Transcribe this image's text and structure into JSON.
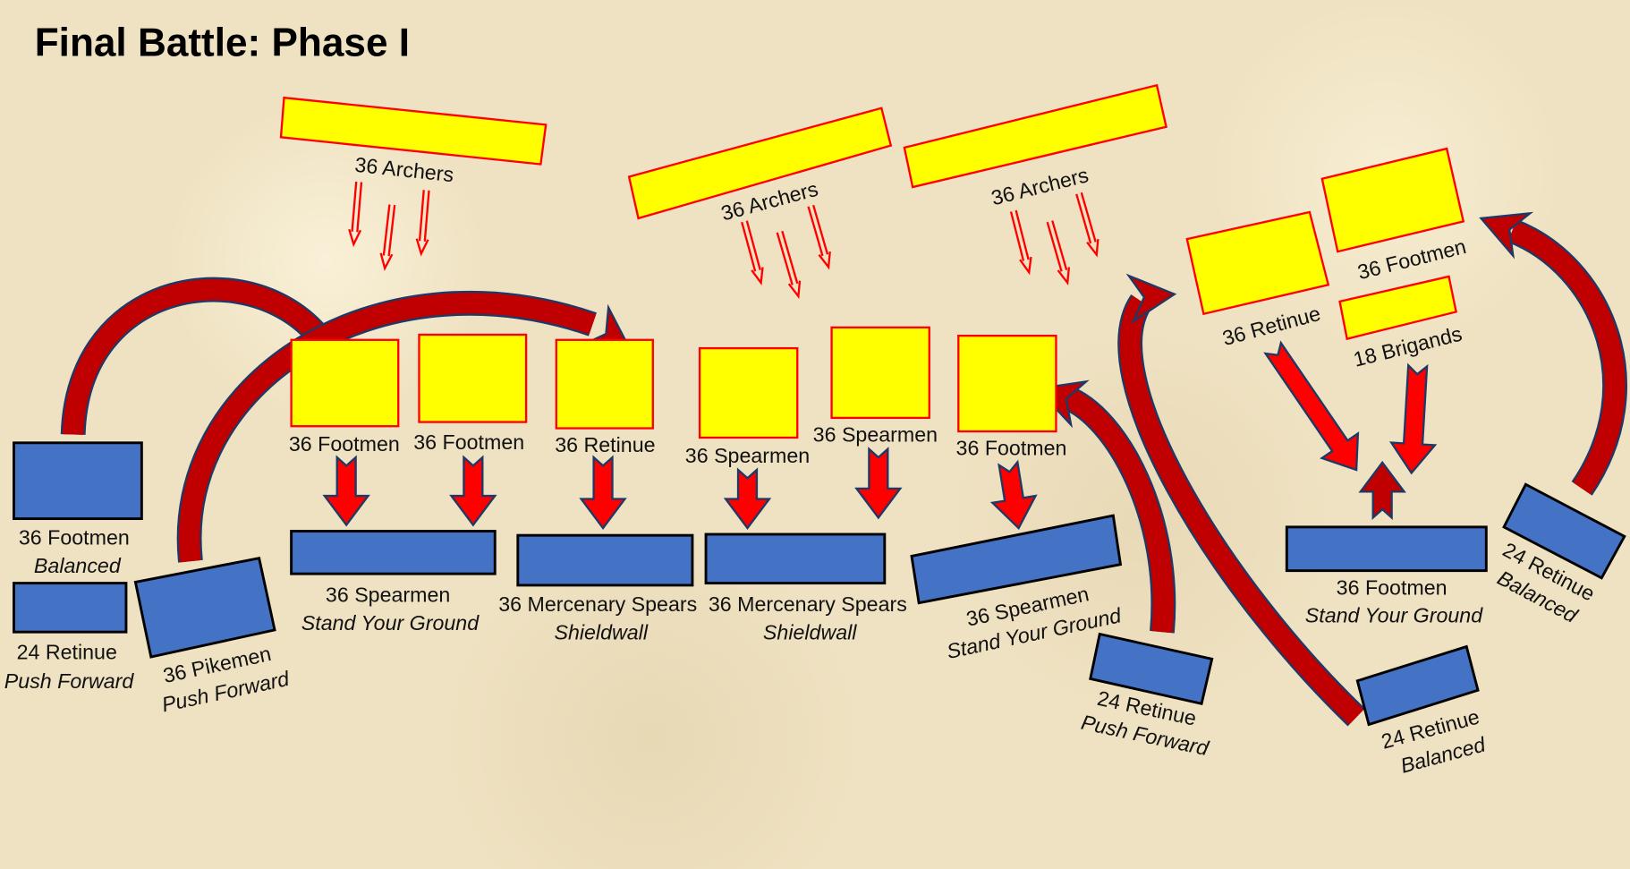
{
  "title": "Final Battle: Phase I",
  "colors": {
    "enemy_fill": "#ffff00",
    "enemy_border": "#ff0000",
    "ally_fill": "#4472c4",
    "arrow_dark": "#c00000",
    "arrow_bright": "#ff0000"
  },
  "enemy_units": [
    {
      "label": "36 Archers"
    },
    {
      "label": "36 Archers"
    },
    {
      "label": "36 Archers"
    },
    {
      "label": "36 Footmen"
    },
    {
      "label": "36 Footmen"
    },
    {
      "label": "36 Retinue"
    },
    {
      "label": "36 Spearmen"
    },
    {
      "label": "36 Spearmen"
    },
    {
      "label": "36 Footmen"
    },
    {
      "label": "36 Retinue"
    },
    {
      "label": "36 Footmen"
    },
    {
      "label": "18 Brigands"
    }
  ],
  "ally_units": [
    {
      "label": "36 Footmen",
      "stance": "Balanced"
    },
    {
      "label": "24 Retinue",
      "stance": "Push Forward"
    },
    {
      "label": "36 Pikemen",
      "stance": "Push Forward"
    },
    {
      "label": "36 Spearmen",
      "stance": "Stand Your Ground"
    },
    {
      "label": "36 Mercenary Spears",
      "stance": "Shieldwall"
    },
    {
      "label": "36 Mercenary Spears",
      "stance": "Shieldwall"
    },
    {
      "label": "36 Spearmen",
      "stance": "Stand Your Ground"
    },
    {
      "label": "24 Retinue",
      "stance": "Push Forward"
    },
    {
      "label": "36 Footmen",
      "stance": "Stand Your Ground"
    },
    {
      "label": "24 Retinue",
      "stance": "Balanced"
    },
    {
      "label": "24 Retinue",
      "stance": "Balanced"
    }
  ]
}
